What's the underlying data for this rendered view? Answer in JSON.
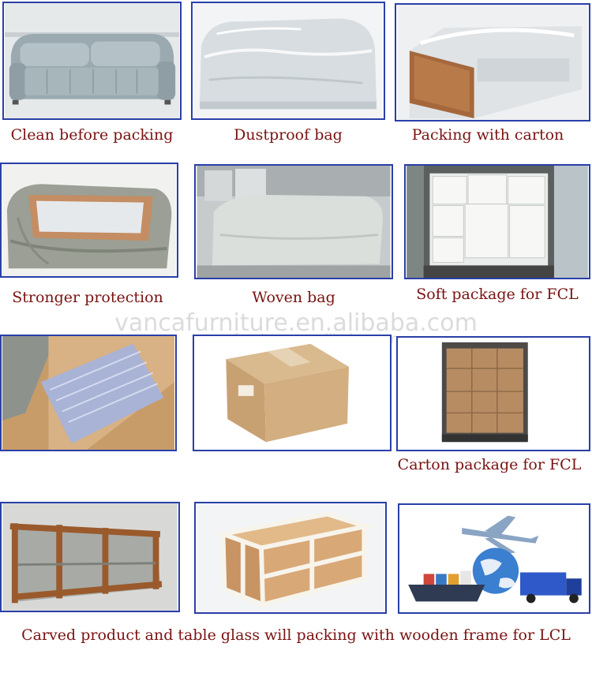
{
  "captions": {
    "clean_before_packing": "Clean before packing",
    "dustproof_bag": "Dustproof bag",
    "packing_with_carton": "Packing with carton",
    "stronger_protection": "Stronger protection",
    "woven_bag": "Woven bag",
    "soft_package_fcl": "Soft package for FCL",
    "carton_package_fcl": "Carton package for FCL",
    "wooden_frame_lcl": "Carved product and table glass will packing with wooden frame for LCL"
  },
  "watermark": {
    "large": "vancafurniture.en.alibaba.com",
    "small": "vancafurniture.en.alibaba.com"
  },
  "colors": {
    "frame_border": "#2a3fa8",
    "caption_text": "#7a1212"
  }
}
